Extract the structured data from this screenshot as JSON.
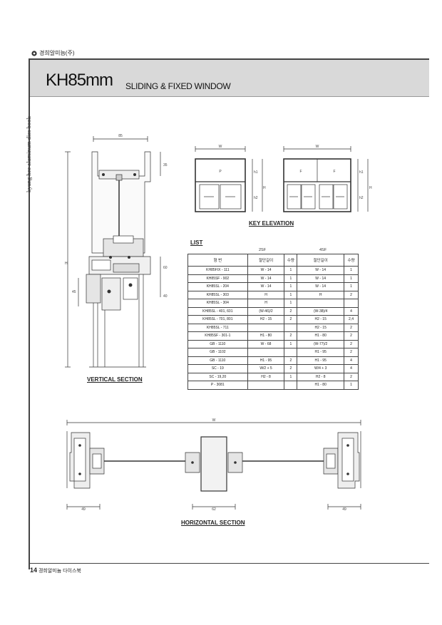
{
  "brand": "경희알미늄(주)",
  "side_text": "kyung hee aluminum dies book",
  "title": {
    "model": "KH85mm",
    "subtitle": "SLIDING & FIXED WINDOW"
  },
  "captions": {
    "vertical": "VERTICAL SECTION",
    "key": "KEY ELEVATION",
    "horizontal": "HORIZONTAL SECTION",
    "list": "LIST"
  },
  "vertical_dims": {
    "top": "85",
    "d35": "35",
    "h": "H",
    "d60": "60",
    "d45": "45",
    "d40": "40"
  },
  "elevation": {
    "w": "W",
    "h": "H",
    "h1": "h1",
    "h2": "h2",
    "p": "P",
    "f1": "F",
    "f2": "F"
  },
  "table": {
    "groups": [
      "2SF",
      "4SF"
    ],
    "headers": [
      "형 번",
      "절단길이",
      "수량",
      "절단길이",
      "수량"
    ],
    "rows": [
      [
        "KH85FIX - 111",
        "W - 14",
        "1",
        "W - 14",
        "1"
      ],
      [
        "KH85SF - 902",
        "W - 14",
        "1",
        "W - 14",
        "1"
      ],
      [
        "KH85SL - 204",
        "W - 14",
        "1",
        "W - 14",
        "1"
      ],
      [
        "KH85SL - 303",
        "H",
        "1",
        "H",
        "2"
      ],
      [
        "KH85SL - 304",
        "H",
        "1",
        "",
        ""
      ],
      [
        "KH85SL - 401, 601",
        "(W-46)/2",
        "2",
        "(W-38)/4",
        "4"
      ],
      [
        "KH85SL - 701, 801",
        "H2 - 15",
        "2",
        "H2 - 15",
        "2,4"
      ],
      [
        "KH85SL - 711",
        "",
        "",
        "H2 - 15",
        "2"
      ],
      [
        "KH85SF - 301-1",
        "H1 - 80",
        "2",
        "H1 - 80",
        "2"
      ],
      [
        "GB - 1110",
        "W - 68",
        "1",
        "(W-77)/2",
        "2"
      ],
      [
        "GB - 1102",
        "",
        "",
        "H1 - 95",
        "2"
      ],
      [
        "GB - 1110",
        "H1 - 95",
        "2",
        "H1 - 95",
        "4"
      ],
      [
        "SC - 19",
        "W/2 + 5",
        "2",
        "W/4 + 3",
        "4"
      ],
      [
        "SC - 19,20",
        "H2 - 8",
        "1",
        "H2 - 8",
        "2"
      ],
      [
        "P - 3081",
        "",
        "",
        "H1 - 80",
        "1"
      ]
    ]
  },
  "horizontal_dims": {
    "w": "W",
    "left": "49",
    "mid": "62",
    "right": "49"
  },
  "footer": {
    "page": "14",
    "text": "경희알미늄 다이스북"
  }
}
